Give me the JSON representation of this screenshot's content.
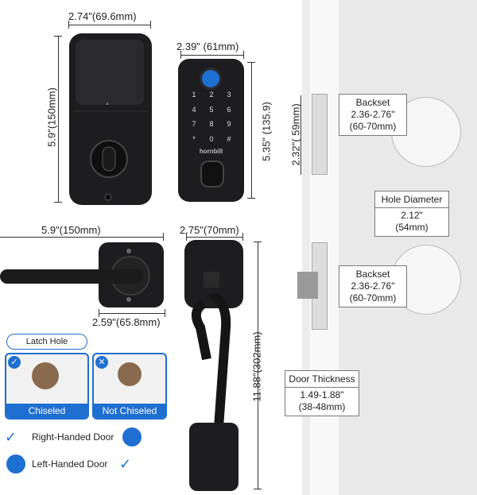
{
  "front_width": "2.74\"(69.6mm)",
  "front_height": "5.9\"(150mm)",
  "keypad_width": "2.39\"  (61mm)",
  "keypad_height": "5.35\"  (135.9)",
  "brand": "hornbill",
  "keypad_keys": [
    "1",
    "2",
    "3",
    "4",
    "5",
    "6",
    "7",
    "8",
    "9",
    "*",
    "0",
    "#"
  ],
  "lever_length": "5.9\"(150mm)",
  "rose_size": "2.59\"(65.8mm)",
  "handle_width": "2.75\"(70mm)",
  "handle_height": "11.88\"(302mm)",
  "latch_hole": {
    "title": "Latch Hole",
    "chiseled": "Chiseled",
    "not_chiseled": "Not Chiseled"
  },
  "door_hand": {
    "right": "Right-Handed Door",
    "left": "Left-Handed Door"
  },
  "door_spec": {
    "edge_distance": "2.32\"( 59mm)",
    "backset_top_title": "Backset",
    "backset_top_value": "2.36-2.76\"",
    "backset_top_mm": "(60-70mm)",
    "hole_title": "Hole Diameter",
    "hole_value": "2.12\"",
    "hole_mm": "(54mm)",
    "backset_bottom_title": "Backset",
    "backset_bottom_value": "2.36-2.76\"",
    "backset_bottom_mm": "(60-70mm)",
    "thickness_title": "Door Thickness",
    "thickness_value": "1.49-1.88\"",
    "thickness_mm": "(38-48mm)"
  },
  "colors": {
    "lock_body": "#1d1d1f",
    "accent_blue": "#1f6fd0",
    "door_white": "#f2f2f2",
    "wall": "#ededed"
  },
  "icons": [
    "fingerprint-icon",
    "check-icon",
    "x-icon",
    "door-icon",
    "hand-check-icon"
  ]
}
